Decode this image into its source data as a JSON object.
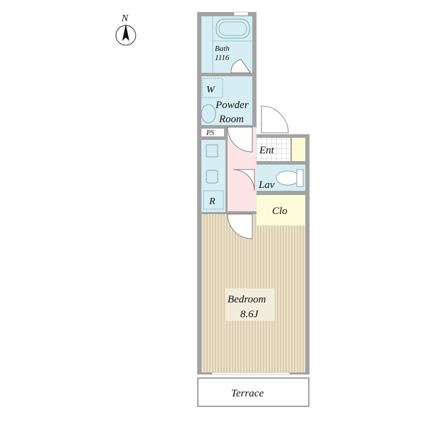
{
  "compass": {
    "label": "N"
  },
  "rooms": {
    "bath": {
      "label": "Bath",
      "size": "1116"
    },
    "washer": {
      "label": "W"
    },
    "powder": {
      "label_line1": "Powder",
      "label_line2": "Room"
    },
    "ps": {
      "label": "PS"
    },
    "entrance": {
      "label": "Ent"
    },
    "lavatory": {
      "label": "Lav"
    },
    "closet": {
      "label": "Clo"
    },
    "fridge": {
      "label": "R"
    },
    "bedroom": {
      "label": "Bedroom",
      "size": "8.6J"
    },
    "terrace": {
      "label": "Terrace"
    }
  },
  "colors": {
    "wall": "#a3a3a3",
    "wet": "#d6eef3",
    "hall": "#fbe3e6",
    "storage": "#fdfcd8",
    "floor": "#ece2c9",
    "stripe": "#c9b99a"
  }
}
